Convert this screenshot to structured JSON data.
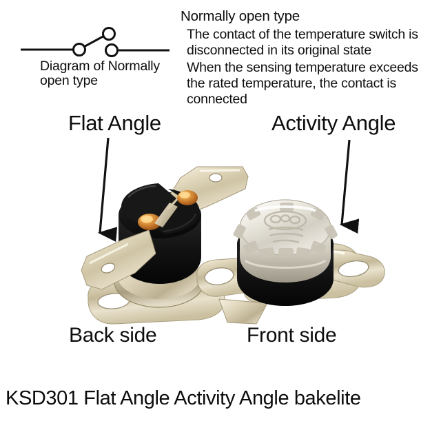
{
  "background_color": "#ffffff",
  "diagram": {
    "icon": "normally-open-switch-symbol",
    "caption": "Diagram of Normally open type",
    "line_color": "#111111"
  },
  "explanation": {
    "title": "Normally open type",
    "paragraphs": [
      "The contact of the temperature switch is disconnected in its original state",
      "When the sensing temperature exceeds the rated temperature, the contact is connected"
    ]
  },
  "annotations": {
    "flat_angle_label": "Flat Angle",
    "activity_angle_label": "Activity Angle",
    "arrow_color": "#111111"
  },
  "product_labels": {
    "back_side": "Back side",
    "front_side": "Front side"
  },
  "caption": "KSD301 Flat Angle  Activity Angle bakelite",
  "photo": {
    "left_unit": {
      "name": "ksd301-thermostat-back-side",
      "body_color": "#141414",
      "bracket_color": "#d8cfb4",
      "rivet_color": "#c8762a",
      "terminal_color": "#ded6c0"
    },
    "right_unit": {
      "name": "ksd301-thermostat-front-side",
      "cap_color": "#e2dfd6",
      "body_color": "#121212",
      "bracket_color": "#d8cfb4"
    }
  },
  "colors": {
    "text": "#0d0d0d",
    "metal_light": "#efe9da",
    "metal_mid": "#cdc4a9",
    "metal_dark": "#9d9madd",
    "black_bakelite": "#131313",
    "copper": "#c87a2e"
  }
}
